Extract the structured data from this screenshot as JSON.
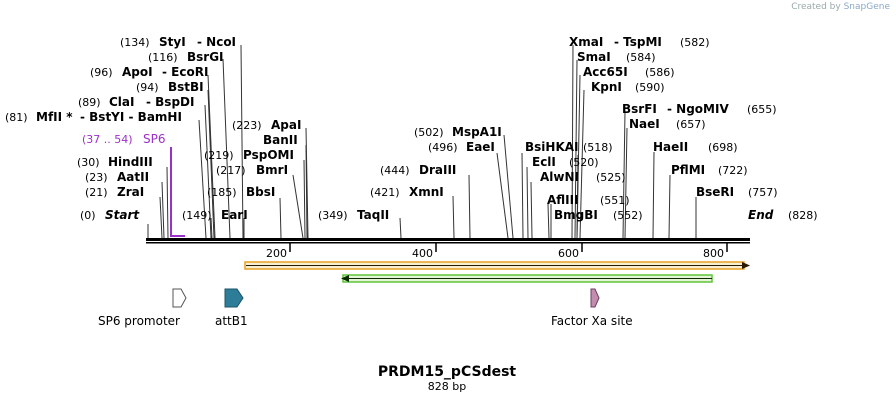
{
  "credit": {
    "prefix": "Created by",
    "brand": "SnapGene"
  },
  "title": "PRDM15_pCSdest",
  "subtitle": "828 bp",
  "start_label": {
    "pos": "(0)",
    "name": "Start"
  },
  "end_label": {
    "pos": "(828)",
    "name": "End"
  },
  "ruler_ticks": [
    "200",
    "400",
    "600",
    "800"
  ],
  "primer": {
    "pos": "(37 .. 54)",
    "name": "SP6",
    "color": "#9b30c8"
  },
  "sites": [
    {
      "pos": "(134)",
      "name": "StyI",
      "extra": "- NcoI"
    },
    {
      "pos": "(116)",
      "name": "BsrGI",
      "extra": ""
    },
    {
      "pos": "(96)",
      "name": "ApoI",
      "extra": "- EcoRI"
    },
    {
      "pos": "(94)",
      "name": "BstBI",
      "extra": ""
    },
    {
      "pos": "(89)",
      "name": "ClaI",
      "extra": "- BspDI"
    },
    {
      "pos": "(81)",
      "name": "MfII *",
      "extra": "- BstYI - BamHI"
    },
    {
      "pos": "(30)",
      "name": "HindIII",
      "extra": ""
    },
    {
      "pos": "(23)",
      "name": "AatII",
      "extra": ""
    },
    {
      "pos": "(21)",
      "name": "ZraI",
      "extra": ""
    },
    {
      "pos": "(223)",
      "name": "ApaI",
      "extra": ""
    },
    {
      "pos": "",
      "name": "BanII",
      "extra": ""
    },
    {
      "pos": "(219)",
      "name": "PspOMI",
      "extra": ""
    },
    {
      "pos": "(217)",
      "name": "BmrI",
      "extra": ""
    },
    {
      "pos": "(185)",
      "name": "BbsI",
      "extra": ""
    },
    {
      "pos": "(149)",
      "name": "EarI",
      "extra": ""
    },
    {
      "pos": "(349)",
      "name": "TaqII",
      "extra": ""
    },
    {
      "pos": "(421)",
      "name": "XmnI",
      "extra": ""
    },
    {
      "pos": "(444)",
      "name": "DraIII",
      "extra": ""
    },
    {
      "pos": "(502)",
      "name": "MspA1I",
      "extra": ""
    },
    {
      "pos": "(496)",
      "name": "EaeI",
      "extra": ""
    },
    {
      "pos": "",
      "name": "BsiHKAI",
      "extra": ""
    },
    {
      "pos": "(520)",
      "name": "EclI",
      "extra": ""
    },
    {
      "pos": "(525)",
      "name": "AlwNI",
      "extra": ""
    },
    {
      "pos": "(551)",
      "name": "AflIII",
      "extra": ""
    },
    {
      "pos": "(552)",
      "name": "BmgBI",
      "extra": ""
    },
    {
      "pos": "(518)",
      "name": "",
      "extra": ""
    },
    {
      "pos": "(582)",
      "name": "XmaI",
      "extra": "- TspMI"
    },
    {
      "pos": "(584)",
      "name": "SmaI",
      "extra": ""
    },
    {
      "pos": "(586)",
      "name": "Acc65I",
      "extra": ""
    },
    {
      "pos": "(590)",
      "name": "KpnI",
      "extra": ""
    },
    {
      "pos": "(655)",
      "name": "BsrFI",
      "extra": "- NgoMIV"
    },
    {
      "pos": "(657)",
      "name": "NaeI",
      "extra": ""
    },
    {
      "pos": "(698)",
      "name": "HaeII",
      "extra": ""
    },
    {
      "pos": "(722)",
      "name": "PflMI",
      "extra": ""
    },
    {
      "pos": "(757)",
      "name": "BseRI",
      "extra": ""
    }
  ],
  "features": [
    {
      "name": "SP6 promoter",
      "color": "#ffffff"
    },
    {
      "name": "attB1",
      "color": "#2e7d98"
    },
    {
      "name": "Factor Xa site",
      "color": "#c48db0"
    }
  ],
  "colors": {
    "orf_orange": "#e8a020",
    "orf_green": "#5fc43a",
    "backbone": "#000000"
  }
}
